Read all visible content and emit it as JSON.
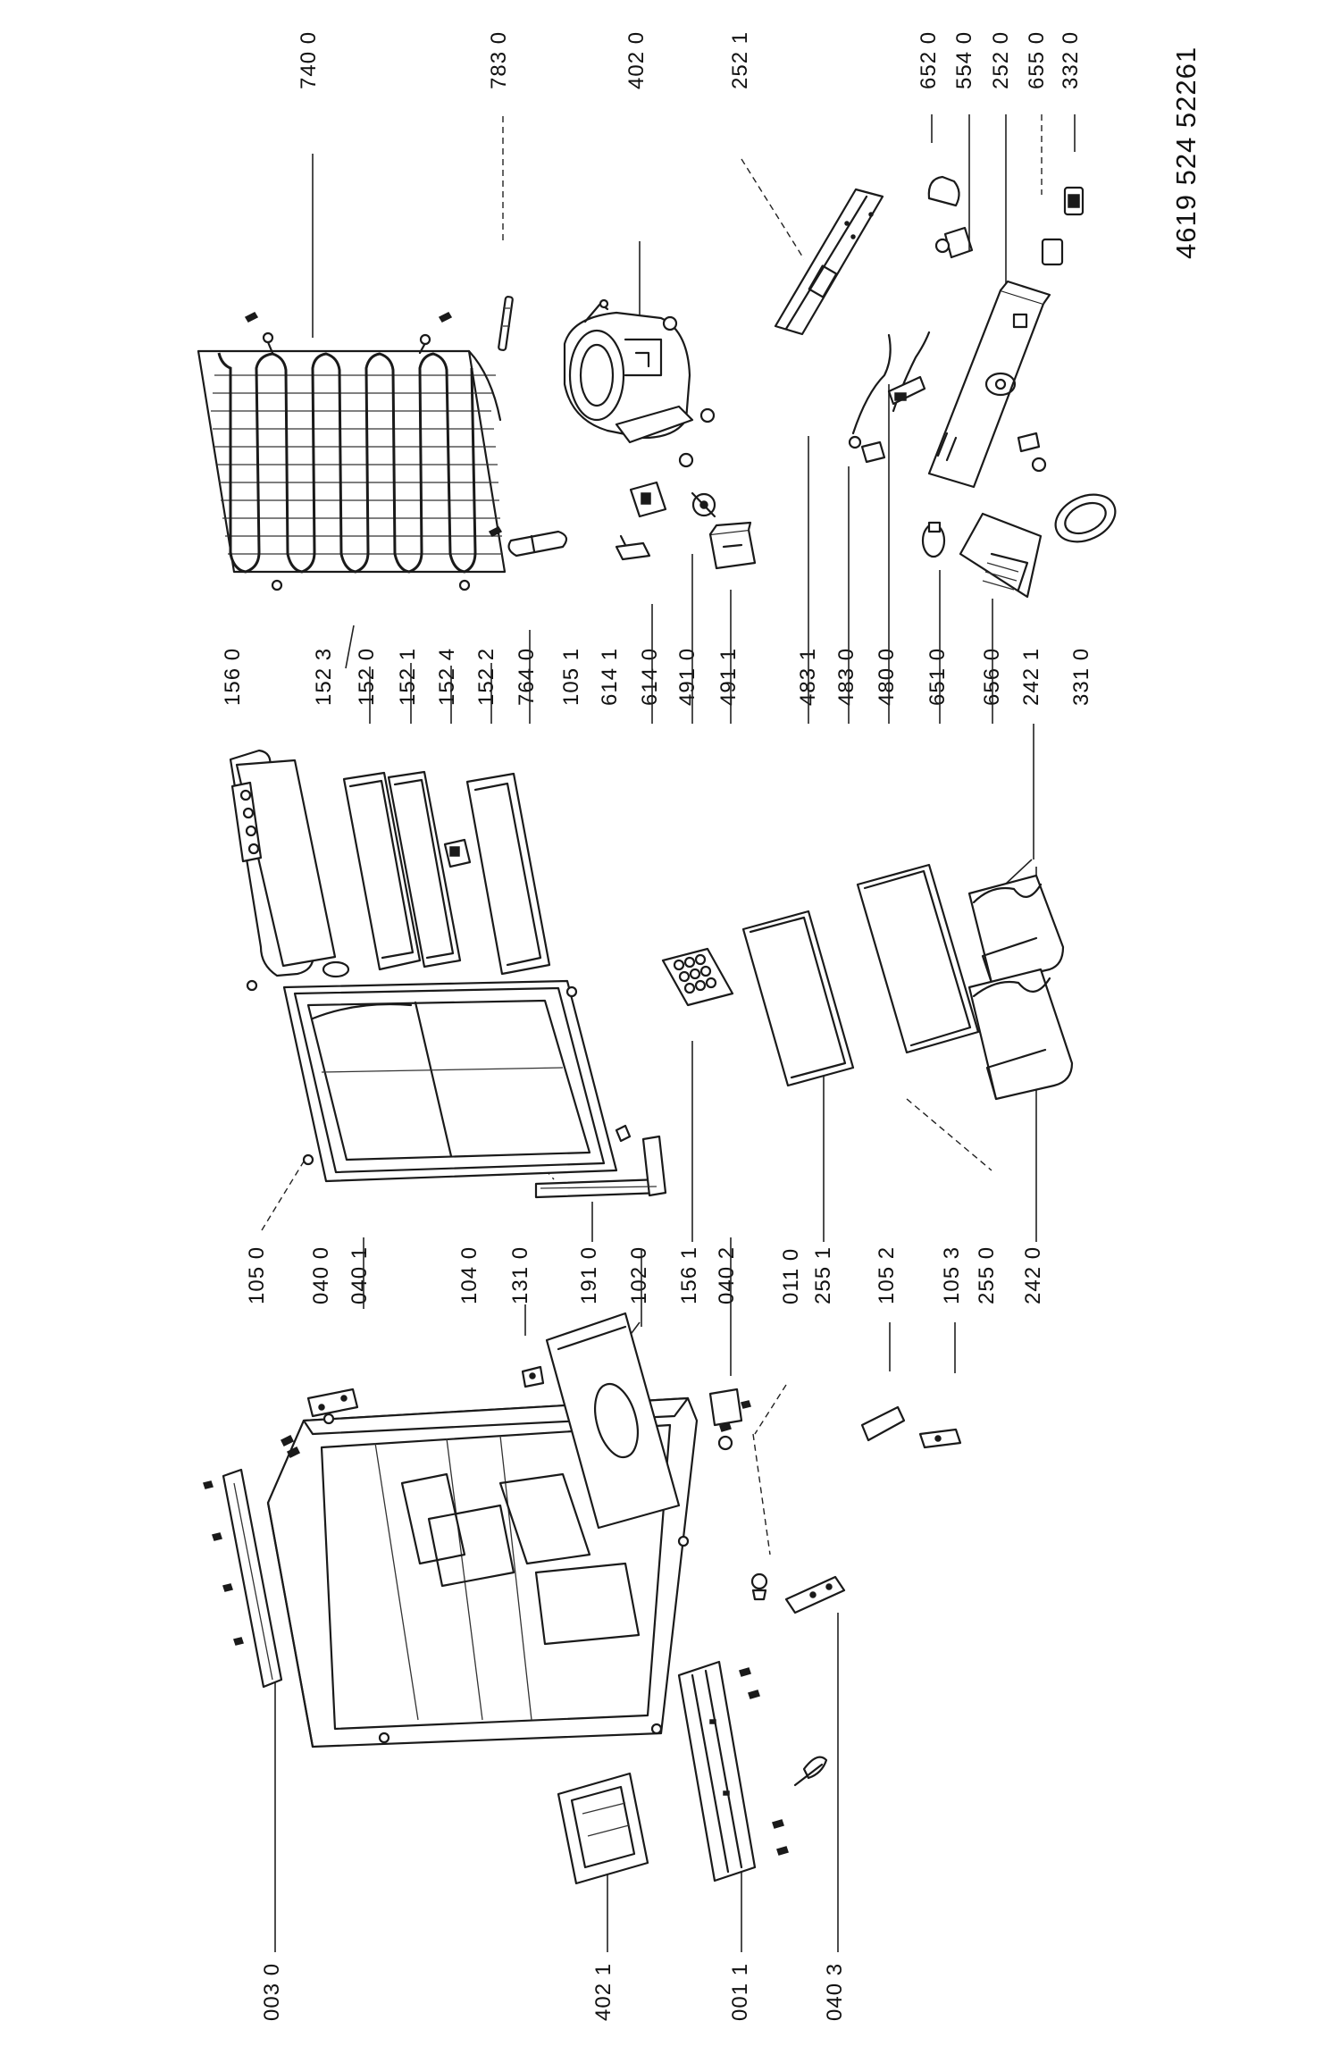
{
  "document_number": "4619 524 52261",
  "labels": [
    "740 0",
    "783 0",
    "402 0",
    "252 1",
    "652 0",
    "554 0",
    "252 0",
    "655 0",
    "332 0",
    "156 0",
    "152 3",
    "152 0",
    "152 1",
    "152 4",
    "152 2",
    "764 0",
    "105 1",
    "614 1",
    "614 0",
    "491 0",
    "491 1",
    "483 1",
    "483 0",
    "480 0",
    "651 0",
    "656 0",
    "242 1",
    "331 0",
    "105 0",
    "040 0",
    "040 1",
    "104 0",
    "131 0",
    "191 0",
    "102 0",
    "156 1",
    "040 2",
    "011 0",
    "255 1",
    "105 2",
    "105 3",
    "255 0",
    "242 0",
    "003 0",
    "402 1",
    "001 1",
    "040 3"
  ]
}
